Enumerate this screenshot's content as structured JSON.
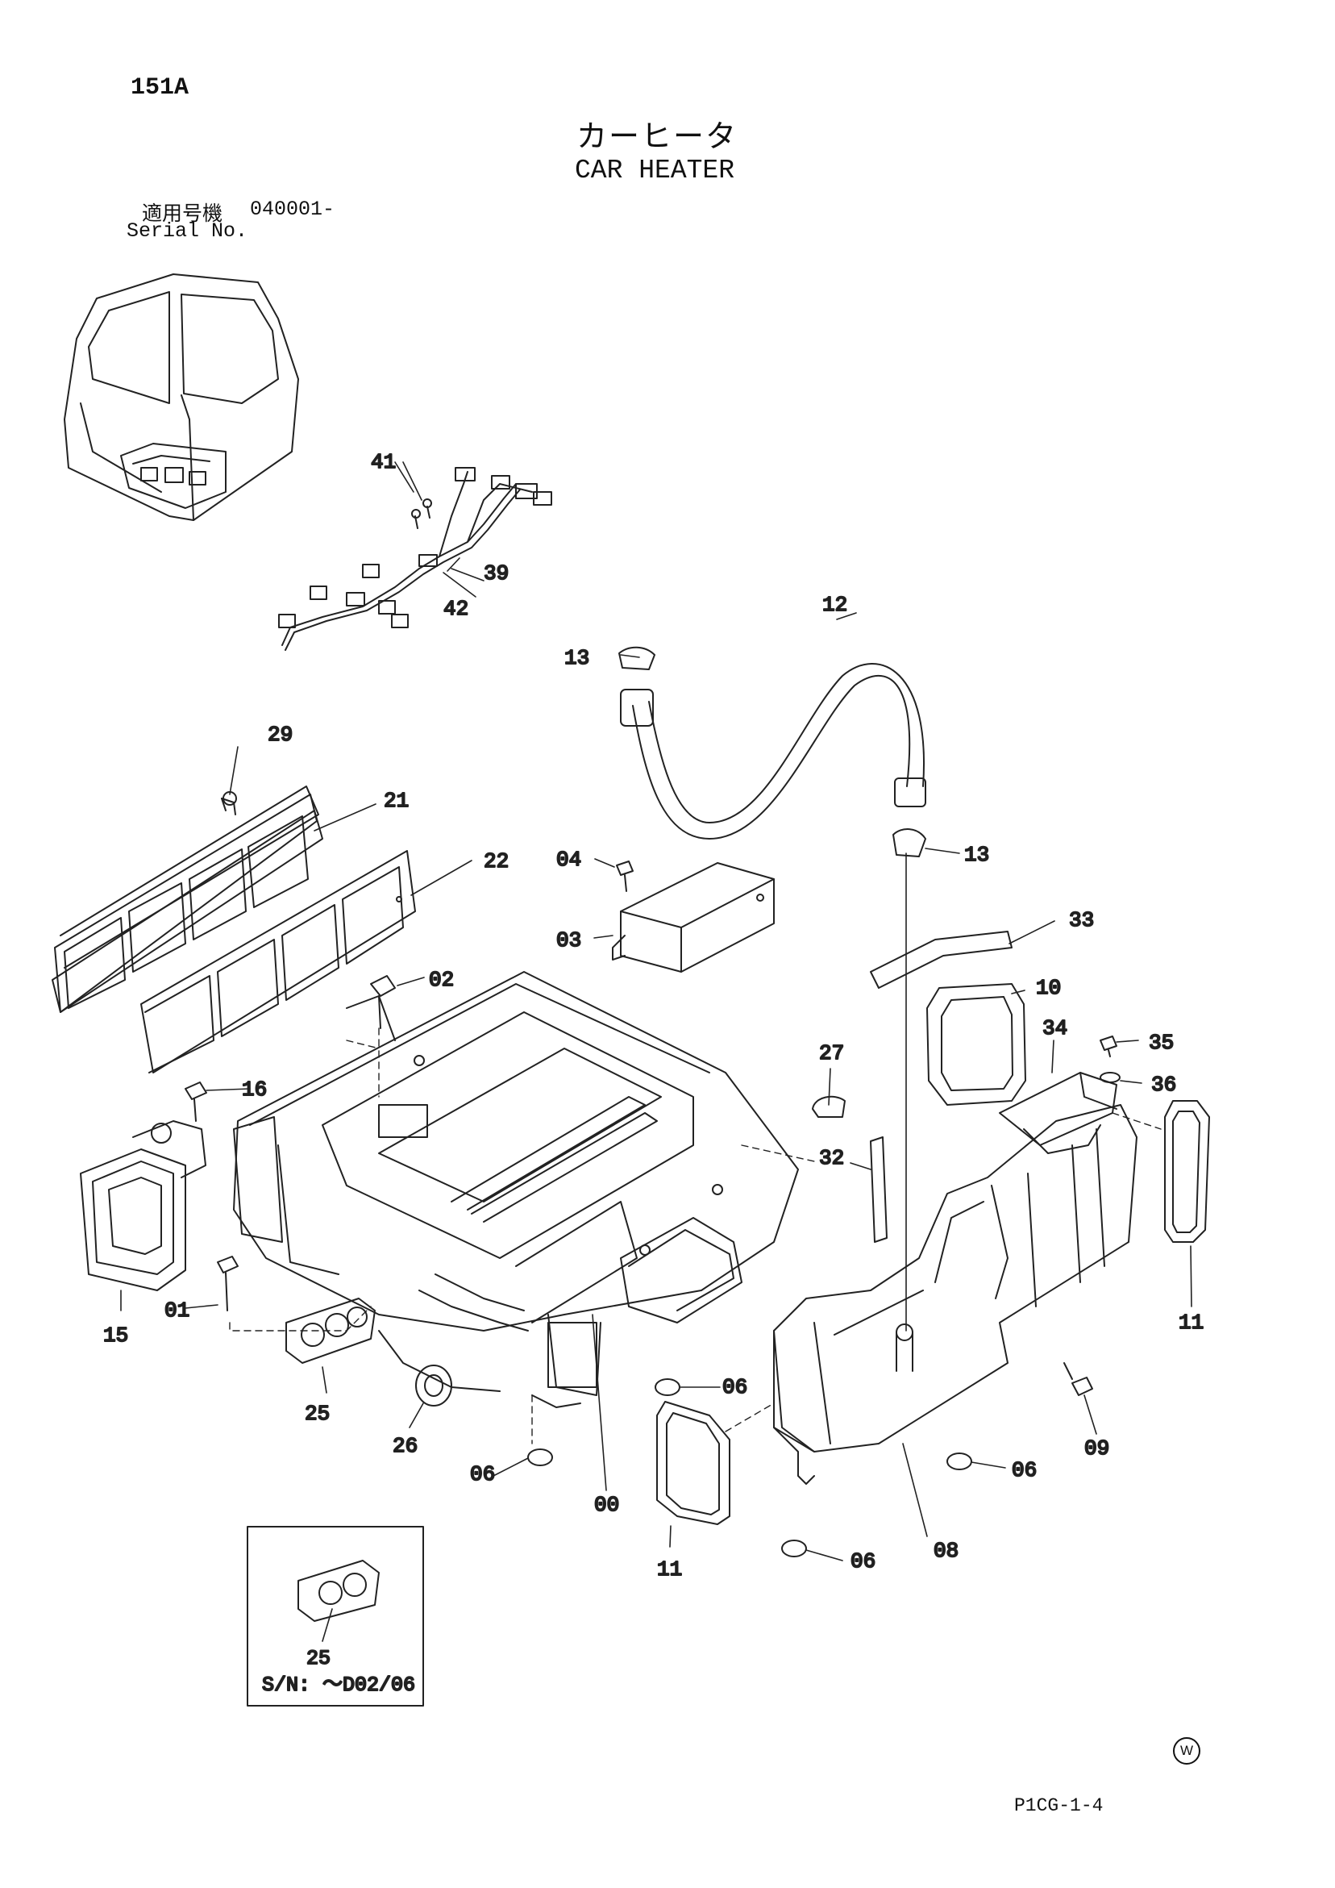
{
  "header": {
    "page_code": "151A",
    "title_jp": "カーヒータ",
    "title_en": "CAR HEATER",
    "serial_label_jp": "適用号機",
    "serial_value": "040001-",
    "serial_label_en": "Serial No."
  },
  "callouts": {
    "p41": "41",
    "p39": "39",
    "p42": "42",
    "p12": "12",
    "p13a": "13",
    "p13b": "13",
    "p29": "29",
    "p21": "21",
    "p22": "22",
    "p04": "04",
    "p03": "03",
    "p02": "02",
    "p33": "33",
    "p10": "10",
    "p34": "34",
    "p35": "35",
    "p36": "36",
    "p27": "27",
    "p32": "32",
    "p16": "16",
    "p15": "15",
    "p01": "01",
    "p25": "25",
    "p26": "26",
    "p06a": "06",
    "p06b": "06",
    "p06c": "06",
    "p06d": "06",
    "p00": "00",
    "p11a": "11",
    "p11b": "11",
    "p08": "08",
    "p09": "09"
  },
  "inset": {
    "part": "25",
    "note": "S/N: ～D02/06"
  },
  "footer": {
    "code": "P1CG-1-4",
    "mark": "W"
  }
}
